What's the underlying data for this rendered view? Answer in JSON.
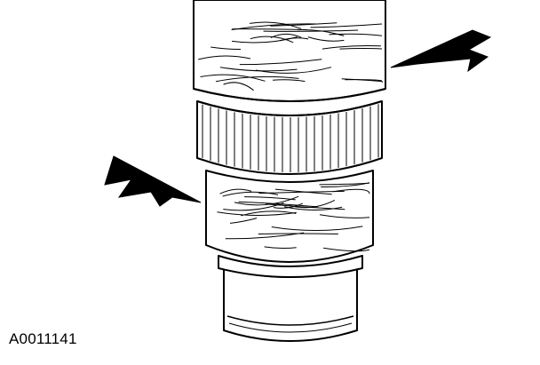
{
  "figure": {
    "reference_id": "A0011141",
    "line_color": "#000000",
    "background_color": "#ffffff",
    "arrow_count": 2,
    "icons": [
      "pointer-arrow-icon",
      "wrapped-tape-texture",
      "knurled-ring-texture"
    ]
  }
}
